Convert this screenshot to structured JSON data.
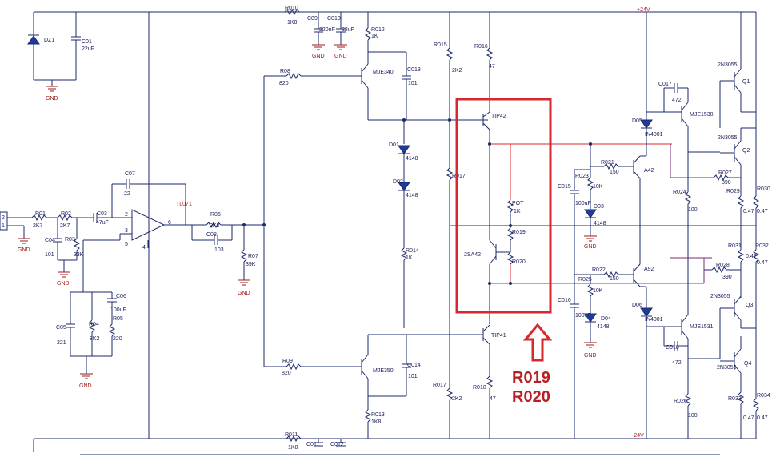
{
  "rails": {
    "pos": "+24V",
    "neg": "-24V"
  },
  "ground": "GND",
  "connector": {
    "pins": [
      "2",
      "1"
    ]
  },
  "opamp": {
    "name": "TL071",
    "pins": [
      "2",
      "3",
      "6",
      "5",
      "4"
    ]
  },
  "labels": {
    "dz1": "DZ1",
    "c01": "C01",
    "c01v": "22uF",
    "r010": "R010",
    "r010v": "1K8",
    "c09": "C09",
    "c09v": "220nF",
    "c010": "C010",
    "c010v": "22uF",
    "r012": "R012",
    "r012v": "1K",
    "r015": "R015",
    "r015v": "2K2",
    "r016": "R016",
    "r016v": "47",
    "mje340": "MJE340",
    "c013": "C013",
    "c013v": "101",
    "r08": "R08",
    "r08v": "820",
    "tip42": "TIP42",
    "d01": "D01",
    "d01v": "4148",
    "d02": "D02",
    "d02v": "4148",
    "r017": "R017",
    "pot": "POT",
    "potv": "1K",
    "r019": "R019",
    "r020": "R020",
    "sa42": "2SA42",
    "r014": "R014",
    "r014v": "1K",
    "c07": "C07",
    "c07v": "22",
    "r01": "R01",
    "r01v": "2K7",
    "r02": "R02",
    "r02v": "2K7",
    "c03": "C03",
    "c03v": "47uF",
    "c04": "C04",
    "c04v": "101",
    "r03": "R03",
    "r03v": "33K",
    "r06": "R06",
    "r06v": "2K2",
    "c08": "C08",
    "c08v": "103",
    "r07": "R07",
    "r07v": "39K",
    "c06": "C06",
    "c06v": "100uF",
    "c05": "C05",
    "c05v": "221",
    "r04": "R04",
    "r04v": "8K2",
    "r05": "R05",
    "r05v": "220",
    "r09": "R09",
    "r09v": "820",
    "mje350": "MJE350",
    "c014": "C014",
    "c014v": "101",
    "tip41": "TIP41",
    "r017b": "R017",
    "r017bv": "2K2",
    "r018": "R018",
    "r018v": "47",
    "r013": "R013",
    "r013v": "1K8",
    "r011": "R011",
    "r011v": "1K8",
    "c011": "C011",
    "c012": "C012",
    "c017": "C017",
    "c017v": "472",
    "d05": "D05",
    "d05v": "IN4001",
    "mje1530": "MJE1530",
    "r021": "R021",
    "r021v": "150",
    "r023": "R023",
    "r023v": "10K",
    "c015": "C015",
    "c015v": "100uF",
    "d03": "D03",
    "d03v": "4148",
    "a42": "A42",
    "r024": "R024",
    "r024v": "100",
    "r027": "R027",
    "r027v": "390",
    "r029": "R029",
    "r029v": "0.47",
    "r030": "R030",
    "r030v": "0.47",
    "q1": "Q1",
    "q2": "Q2",
    "q3": "Q3",
    "q4": "Q4",
    "n2n3055a": "2N3055",
    "n2n3055b": "2N3055",
    "n2n3055c": "2N3055",
    "n2n3055d": "2N3055",
    "r022": "R022",
    "r022v": "150",
    "a92": "A92",
    "r028": "R028",
    "r028v": "390",
    "r031": "R031",
    "r031v": "0.47",
    "r032": "R032",
    "r032v": "0.47",
    "r025": "R025",
    "r025v": "10K",
    "c016": "C016",
    "c016v": "100uF",
    "d04": "D04",
    "d04v": "4148",
    "d06": "D06",
    "d06v": "IN4001",
    "mje1531": "MJE1531",
    "c018": "C018",
    "c018v": "472",
    "r026": "R026",
    "r026v": "100",
    "r033": "R033",
    "r033v": "0.47",
    "r034": "R034",
    "r034v": "0.47"
  },
  "callout": {
    "line1": "R019",
    "line2": "R020"
  },
  "colors": {
    "wire": "#1b2a6b",
    "highlight": "#d6282e",
    "ground": "#a01818",
    "callout": "#b81e22"
  }
}
